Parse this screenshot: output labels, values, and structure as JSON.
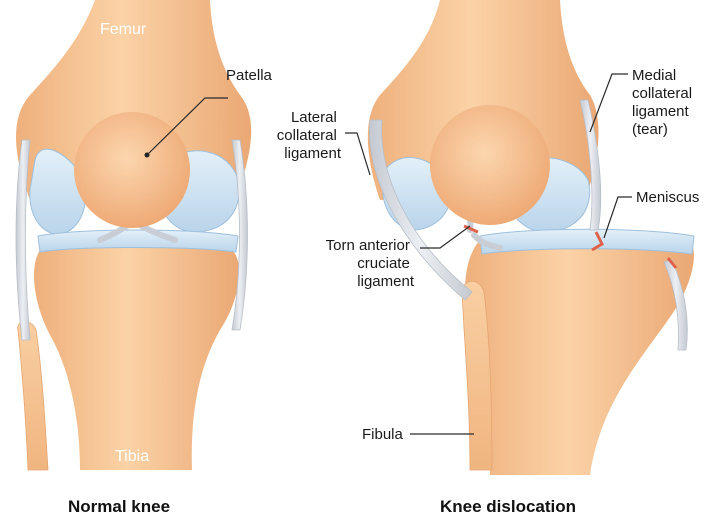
{
  "colors": {
    "bone": "#f7c89a",
    "bone_shadow": "#e8a872",
    "cartilage": "#cfe3f2",
    "ligament": "#d9dde3",
    "tear": "#e0624a",
    "text": "#1a1a1a"
  },
  "normal_knee": {
    "caption": "Normal knee",
    "labels": {
      "femur": "Femur",
      "patella": "Patella",
      "tibia": "Tibia"
    }
  },
  "knee_dislocation": {
    "caption": "Knee dislocation",
    "labels": {
      "lateral_collateral_ligament": [
        "Lateral",
        "collateral",
        "ligament"
      ],
      "medial_collateral_ligament": [
        "Medial",
        "collateral",
        "ligament",
        "(tear)"
      ],
      "meniscus": "Meniscus",
      "torn_acl": [
        "Torn anterior",
        "cruciate",
        "ligament"
      ],
      "fibula": "Fibula"
    }
  }
}
